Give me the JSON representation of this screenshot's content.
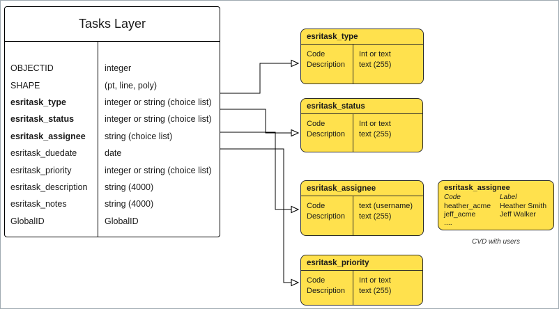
{
  "colors": {
    "domain_fill": "#FFE14D",
    "stroke": "#000000"
  },
  "tasks_layer": {
    "title": "Tasks Layer",
    "rows": [
      {
        "field": "OBJECTID",
        "type": "integer"
      },
      {
        "field": "SHAPE",
        "type": "(pt, line, poly)"
      },
      {
        "field": "esritask_type",
        "type": "integer or string (choice list)"
      },
      {
        "field": "esritask_status",
        "type": "integer or string (choice list)"
      },
      {
        "field": "esritask_assignee",
        "type": "string (choice list)"
      },
      {
        "field": "esritask_duedate",
        "type": "date"
      },
      {
        "field": "esritask_priority",
        "type": "integer or string (choice list)"
      },
      {
        "field": "esritask_description",
        "type": "string (4000)"
      },
      {
        "field": "esritask_notes",
        "type": "string (4000)"
      },
      {
        "field": "GlobalID",
        "type": "GlobalID"
      }
    ]
  },
  "domain_boxes": [
    {
      "title": "esritask_type",
      "col1": [
        "Code",
        "Description"
      ],
      "col2": [
        "Int or text",
        "text (255)"
      ]
    },
    {
      "title": "esritask_status",
      "col1": [
        "Code",
        "Description"
      ],
      "col2": [
        "Int or text",
        "text (255)"
      ]
    },
    {
      "title": "esritask_assignee",
      "col1": [
        "Code",
        "Description"
      ],
      "col2": [
        "text  (username)",
        "text (255)"
      ]
    },
    {
      "title": "esritask_priority",
      "col1": [
        "Code",
        "Description"
      ],
      "col2": [
        "Int or text",
        "text (255)"
      ]
    }
  ],
  "cvd_box": {
    "title": "esritask_assignee",
    "headers": {
      "code": "Code",
      "label": "Label"
    },
    "rows": [
      {
        "code": "heather_acme",
        "label": "Heather Smith"
      },
      {
        "code": "jeff_acme",
        "label": "Jeff Walker"
      },
      {
        "code": "....",
        "label": ""
      }
    ],
    "caption": "CVD with users"
  }
}
